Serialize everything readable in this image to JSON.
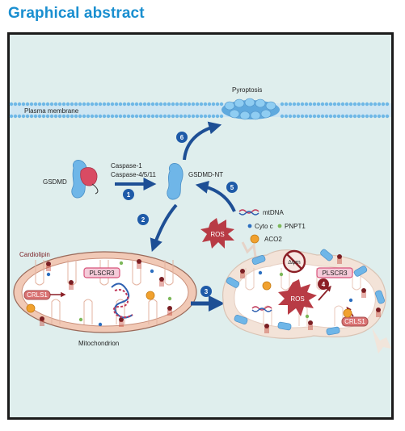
{
  "title": "Graphical abstract",
  "labels": {
    "pyroptosis": "Pyroptosis",
    "plasma_membrane": "Plasma membrane",
    "gsdmd": "GSDMD",
    "caspase1": "Caspase-1",
    "caspase4511": "Caspase-4/5/11",
    "gsdmd_nt": "GSDMD-NT",
    "mtdna": "mtDNA",
    "cyto_c": "Cyto c",
    "pnpt1": "PNPT1",
    "aco2": "ACO2",
    "ros_left": "ROS",
    "ros_right": "ROS",
    "delta_psi_m": "Δψm",
    "cardiolipin": "Cardiolipin",
    "plscr3_left": "PLSCR3",
    "plscr3_right": "PLSCR3",
    "crls1_left": "CRLS1",
    "crls1_right": "CRLS1",
    "mitochondrion": "Mitochondrion"
  },
  "steps": {
    "s1": "1",
    "s2": "2",
    "s3": "3",
    "s4": "4",
    "s5": "5",
    "s6": "6"
  },
  "colors": {
    "title": "#1a8fd0",
    "background": "#dfeeed",
    "frame": "#1b1b1b",
    "membrane_blue": "#6fb8e6",
    "step_badge": "#1e5aa8",
    "arrow": "#1e4f95",
    "mito_outer": "#f1c9b6",
    "mito_inner": "#ffffff",
    "ros": "#b83b45",
    "cardiolipin": "#7a1f24",
    "plscr3": "#d8537b",
    "crls1": "#d97272",
    "gsdmd_red": "#d94b63",
    "cyto_c_dot": "#2c6fc0",
    "pnpt1_dot": "#7cb85a",
    "aco2_dot": "#f1a12e"
  }
}
